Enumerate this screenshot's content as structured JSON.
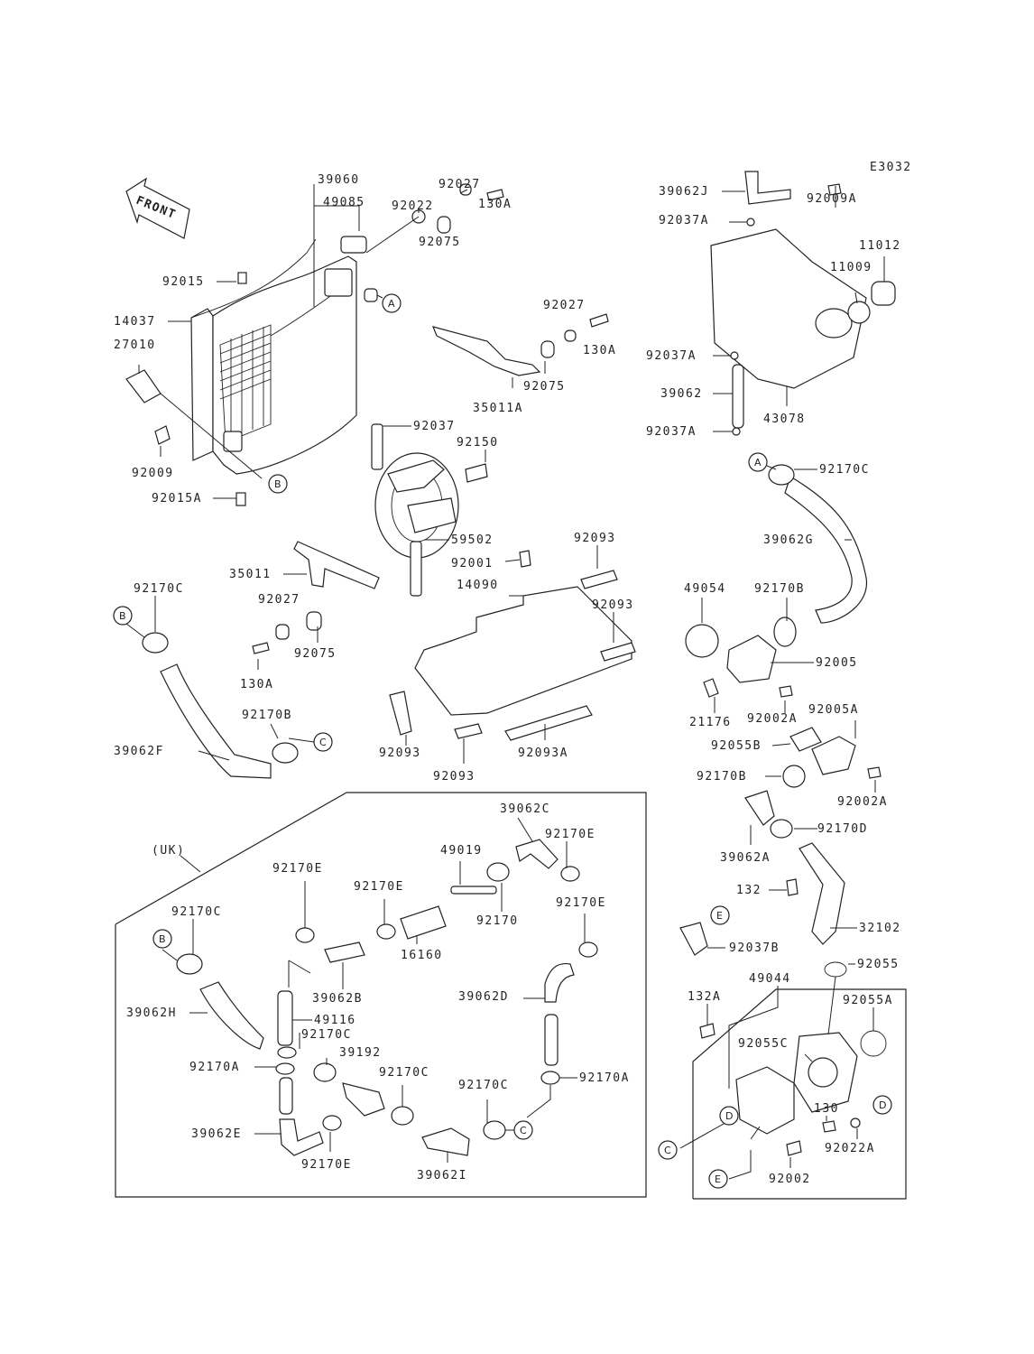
{
  "diagram": {
    "code": "E3032",
    "front_label": "FRONT",
    "uk_label": "(UK)",
    "callouts": {
      "a": "A",
      "b": "B",
      "c": "C",
      "d": "D",
      "e": "E"
    },
    "labels": {
      "p39060": "39060",
      "p49085": "49085",
      "p92022": "92022",
      "p92027_top": "92027",
      "p130a_top": "130A",
      "p92075_top": "92075",
      "p92015": "92015",
      "p14037": "14037",
      "p27010": "27010",
      "p92009": "92009",
      "p92015a": "92015A",
      "p92027_mid": "92027",
      "p130a_mid": "130A",
      "p92075_mid": "92075",
      "p35011a": "35011A",
      "p92037": "92037",
      "p92150": "92150",
      "p59502": "59502",
      "p35011": "35011",
      "p92027_low": "92027",
      "p92075_low": "92075",
      "p130a_low": "130A",
      "p92093_a": "92093",
      "p92001": "92001",
      "p14090": "14090",
      "p92093_b": "92093",
      "p92093_c": "92093",
      "p92093_d": "92093",
      "p92093a": "92093A",
      "p92170c_left": "92170C",
      "p39062f": "39062F",
      "p92170b_left": "92170B",
      "p39062j": "39062J",
      "p92037a_top": "92037A",
      "p92009a": "92009A",
      "p11012": "11012",
      "p11009": "11009",
      "p92037a_mid": "92037A",
      "p39062": "39062",
      "p92037a_low": "92037A",
      "p43078": "43078",
      "p92170c_right": "92170C",
      "p39062g": "39062G",
      "p49054": "49054",
      "p92170b_right": "92170B",
      "p92005": "92005",
      "p21176": "21176",
      "p92002a_1": "92002A",
      "p92005a": "92005A",
      "p92055b": "92055B",
      "p92170b_r2": "92170B",
      "p92002a_2": "92002A",
      "p92170d": "92170D",
      "p39062a": "39062A",
      "p132": "132",
      "p32102": "32102",
      "p92037b": "92037B",
      "p92055": "92055",
      "p49044": "49044",
      "p132a": "132A",
      "p92055a": "92055A",
      "p92055c": "92055C",
      "p130": "130",
      "p92022a": "92022A",
      "p92002": "92002",
      "p39062c": "39062C",
      "p92170e_1": "92170E",
      "p49019": "49019",
      "p92170e_2": "92170E",
      "p92170e_3": "92170E",
      "p92170": "92170",
      "p92170e_4": "92170E",
      "p16160": "16160",
      "p92170c_uk": "92170C",
      "p39062b": "39062B",
      "p39062d": "39062D",
      "p39062h": "39062H",
      "p49116": "49116",
      "p92170c_uk2": "92170C",
      "p92170a_1": "92170A",
      "p39192": "39192",
      "p92170c_uk3": "92170C",
      "p92170c_uk4": "92170C",
      "p92170a_2": "92170A",
      "p39062e": "39062E",
      "p92170e_5": "92170E",
      "p39062i": "39062I"
    }
  }
}
